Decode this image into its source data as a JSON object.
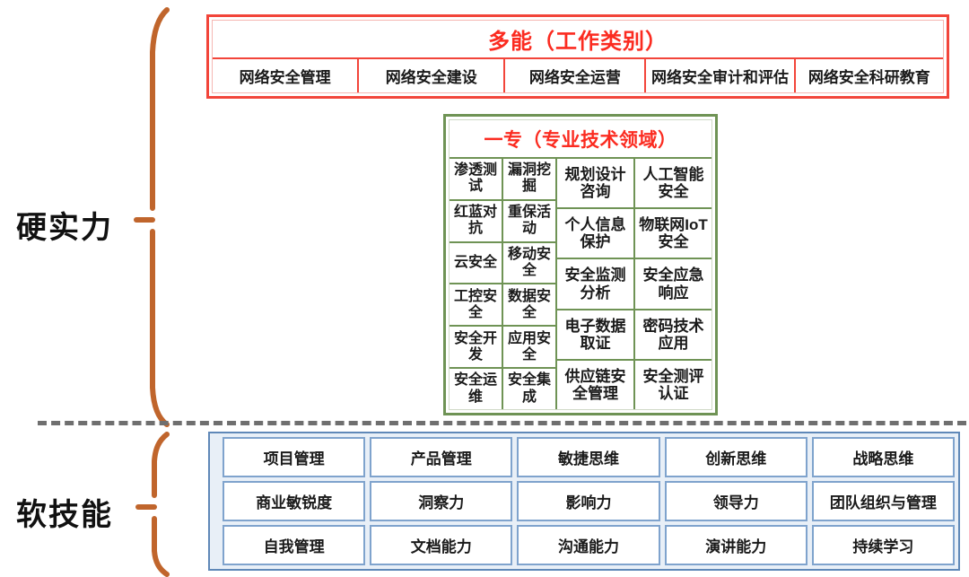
{
  "labels": {
    "hard_skills": "硬实力",
    "soft_skills": "软技能"
  },
  "colors": {
    "red": "#f2453a",
    "red_text": "#fb2b20",
    "green": "#6f9355",
    "blue": "#5f88b8",
    "brace": "#c0652c",
    "divider": "#6f6f6f"
  },
  "red_section": {
    "title": "多能（工作类别）",
    "cells": [
      "网络安全管理",
      "网络安全建设",
      "网络安全运营",
      "网络安全审计和评估",
      "网络安全科研教育"
    ]
  },
  "green_section": {
    "title": "一专（专业技术领域）",
    "narrow_col_1": [
      "渗透测试",
      "红蓝对抗",
      "云安全",
      "工控安全",
      "安全开发",
      "安全运维"
    ],
    "narrow_col_2": [
      "漏洞挖掘",
      "重保活动",
      "移动安全",
      "数据安全",
      "应用安全",
      "安全集成"
    ],
    "wide_col_1": [
      "规划设计咨询",
      "个人信息保护",
      "安全监测分析",
      "电子数据取证",
      "供应链安全管理"
    ],
    "wide_col_2": [
      "人工智能安全",
      "物联网IoT安全",
      "安全应急响应",
      "密码技术应用",
      "安全测评认证"
    ]
  },
  "blue_section": {
    "rows": [
      [
        "项目管理",
        "产品管理",
        "敏捷思维",
        "创新思维",
        "战略思维"
      ],
      [
        "商业敏锐度",
        "洞察力",
        "影响力",
        "领导力",
        "团队组织与管理"
      ],
      [
        "自我管理",
        "文档能力",
        "沟通能力",
        "演讲能力",
        "持续学习"
      ]
    ]
  }
}
